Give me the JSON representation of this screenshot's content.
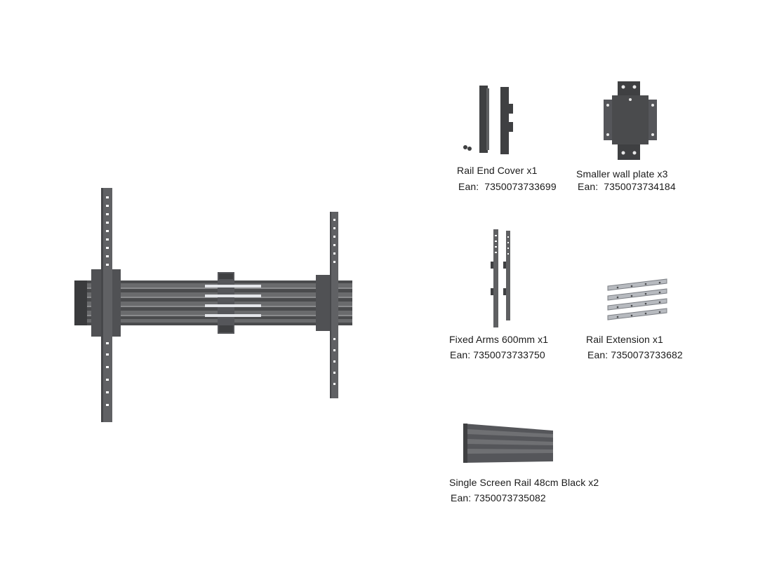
{
  "items": [
    {
      "name": "Rail End Cover x1",
      "ean_label": "Ean:",
      "ean": "7350073733699"
    },
    {
      "name": "Smaller wall plate x3",
      "ean_label": "Ean:",
      "ean": "7350073734184"
    },
    {
      "name": "Fixed Arms 600mm x1",
      "ean_label": "Ean:",
      "ean": "7350073733750"
    },
    {
      "name": "Rail Extension x1",
      "ean_label": "Ean:",
      "ean": "7350073733682"
    },
    {
      "name": "Single Screen Rail 48cm Black x2",
      "ean_label": "Ean:",
      "ean": "7350073735082"
    }
  ],
  "colors": {
    "metal": "#5f6062",
    "metal_dark": "#3f4042",
    "metal_light": "#8a8b8d",
    "chrome": "#c9ccd0"
  }
}
